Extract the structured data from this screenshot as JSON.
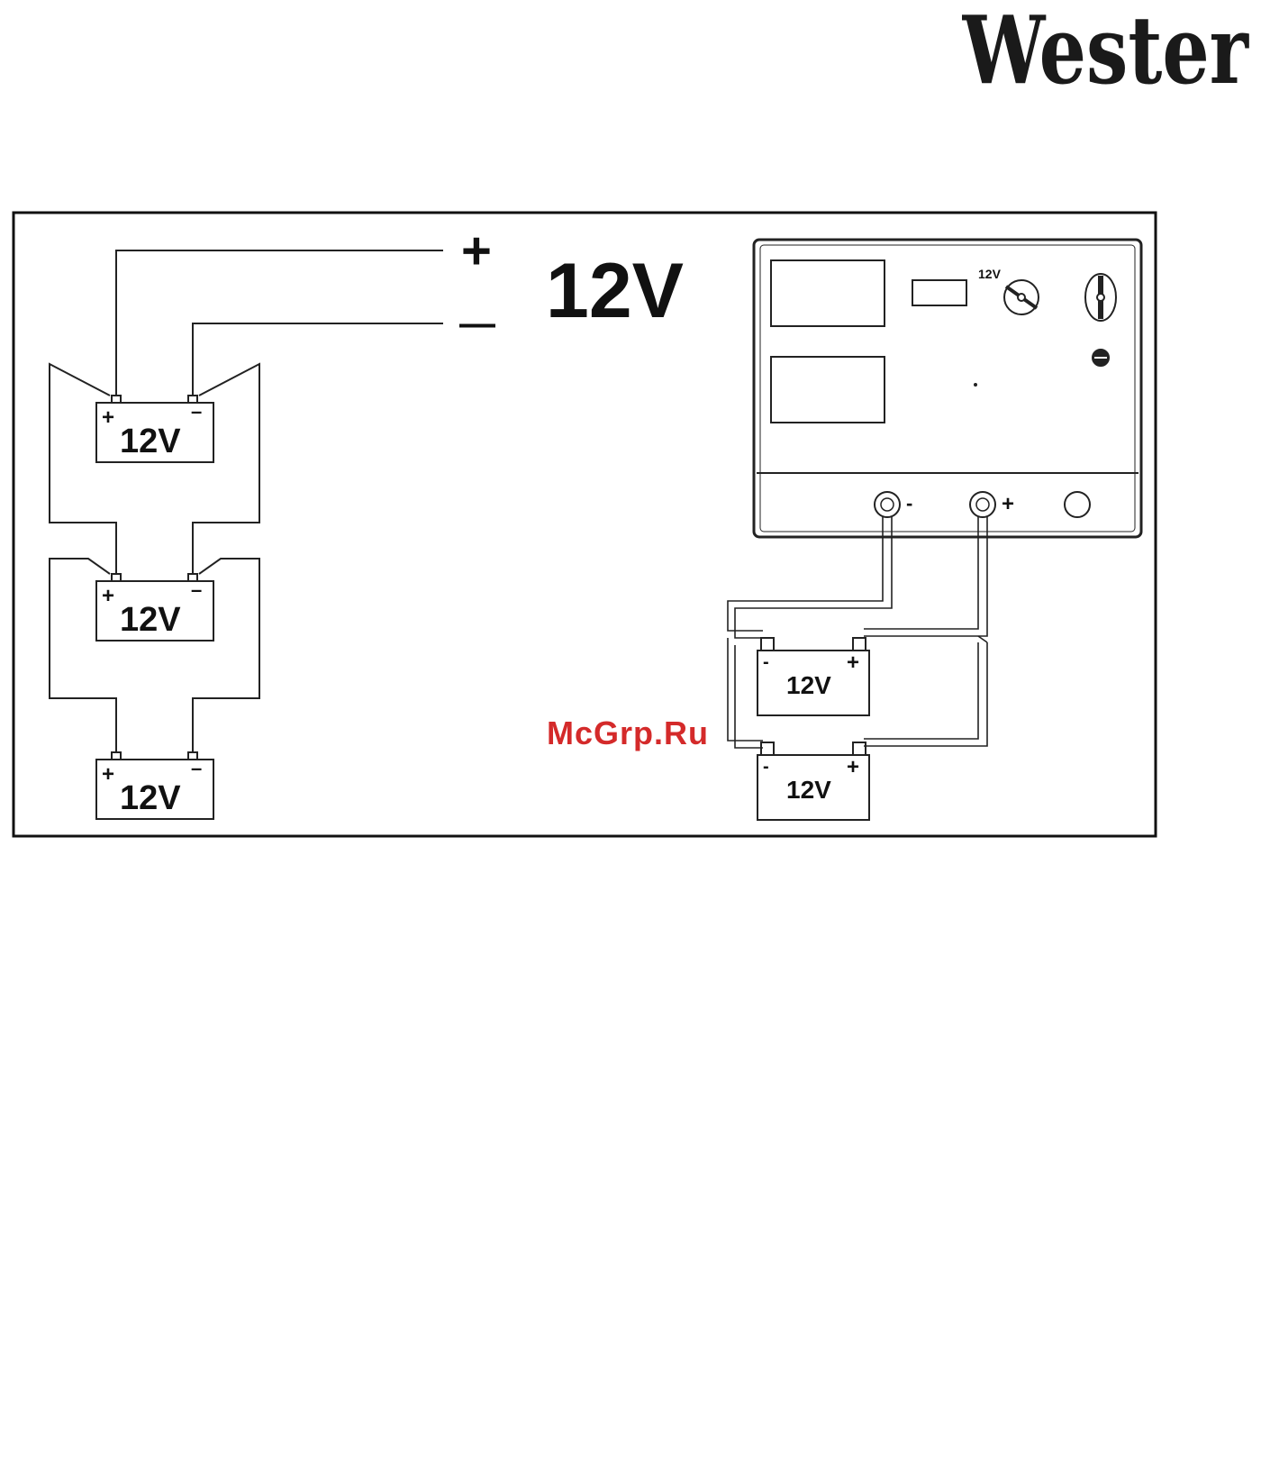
{
  "brand": {
    "logo_text": "Wester",
    "color": "#1a1a1a"
  },
  "left_diagram": {
    "plus_sign": "+",
    "minus_sign": "—",
    "output_voltage": "12V",
    "batteries": [
      {
        "label": "12V",
        "plus": "+",
        "minus": "–"
      },
      {
        "label": "12V",
        "plus": "+",
        "minus": "–"
      },
      {
        "label": "12V",
        "plus": "+",
        "minus": "–"
      }
    ]
  },
  "charger": {
    "switch_label": "12V",
    "terminal_minus": "-",
    "terminal_plus": "+",
    "batteries": [
      {
        "label": "12V",
        "minus": "-",
        "plus": "+"
      },
      {
        "label": "12V",
        "minus": "-",
        "plus": "+"
      }
    ]
  },
  "watermark": {
    "text": "McGrp.Ru",
    "color": "#d42a2a"
  }
}
